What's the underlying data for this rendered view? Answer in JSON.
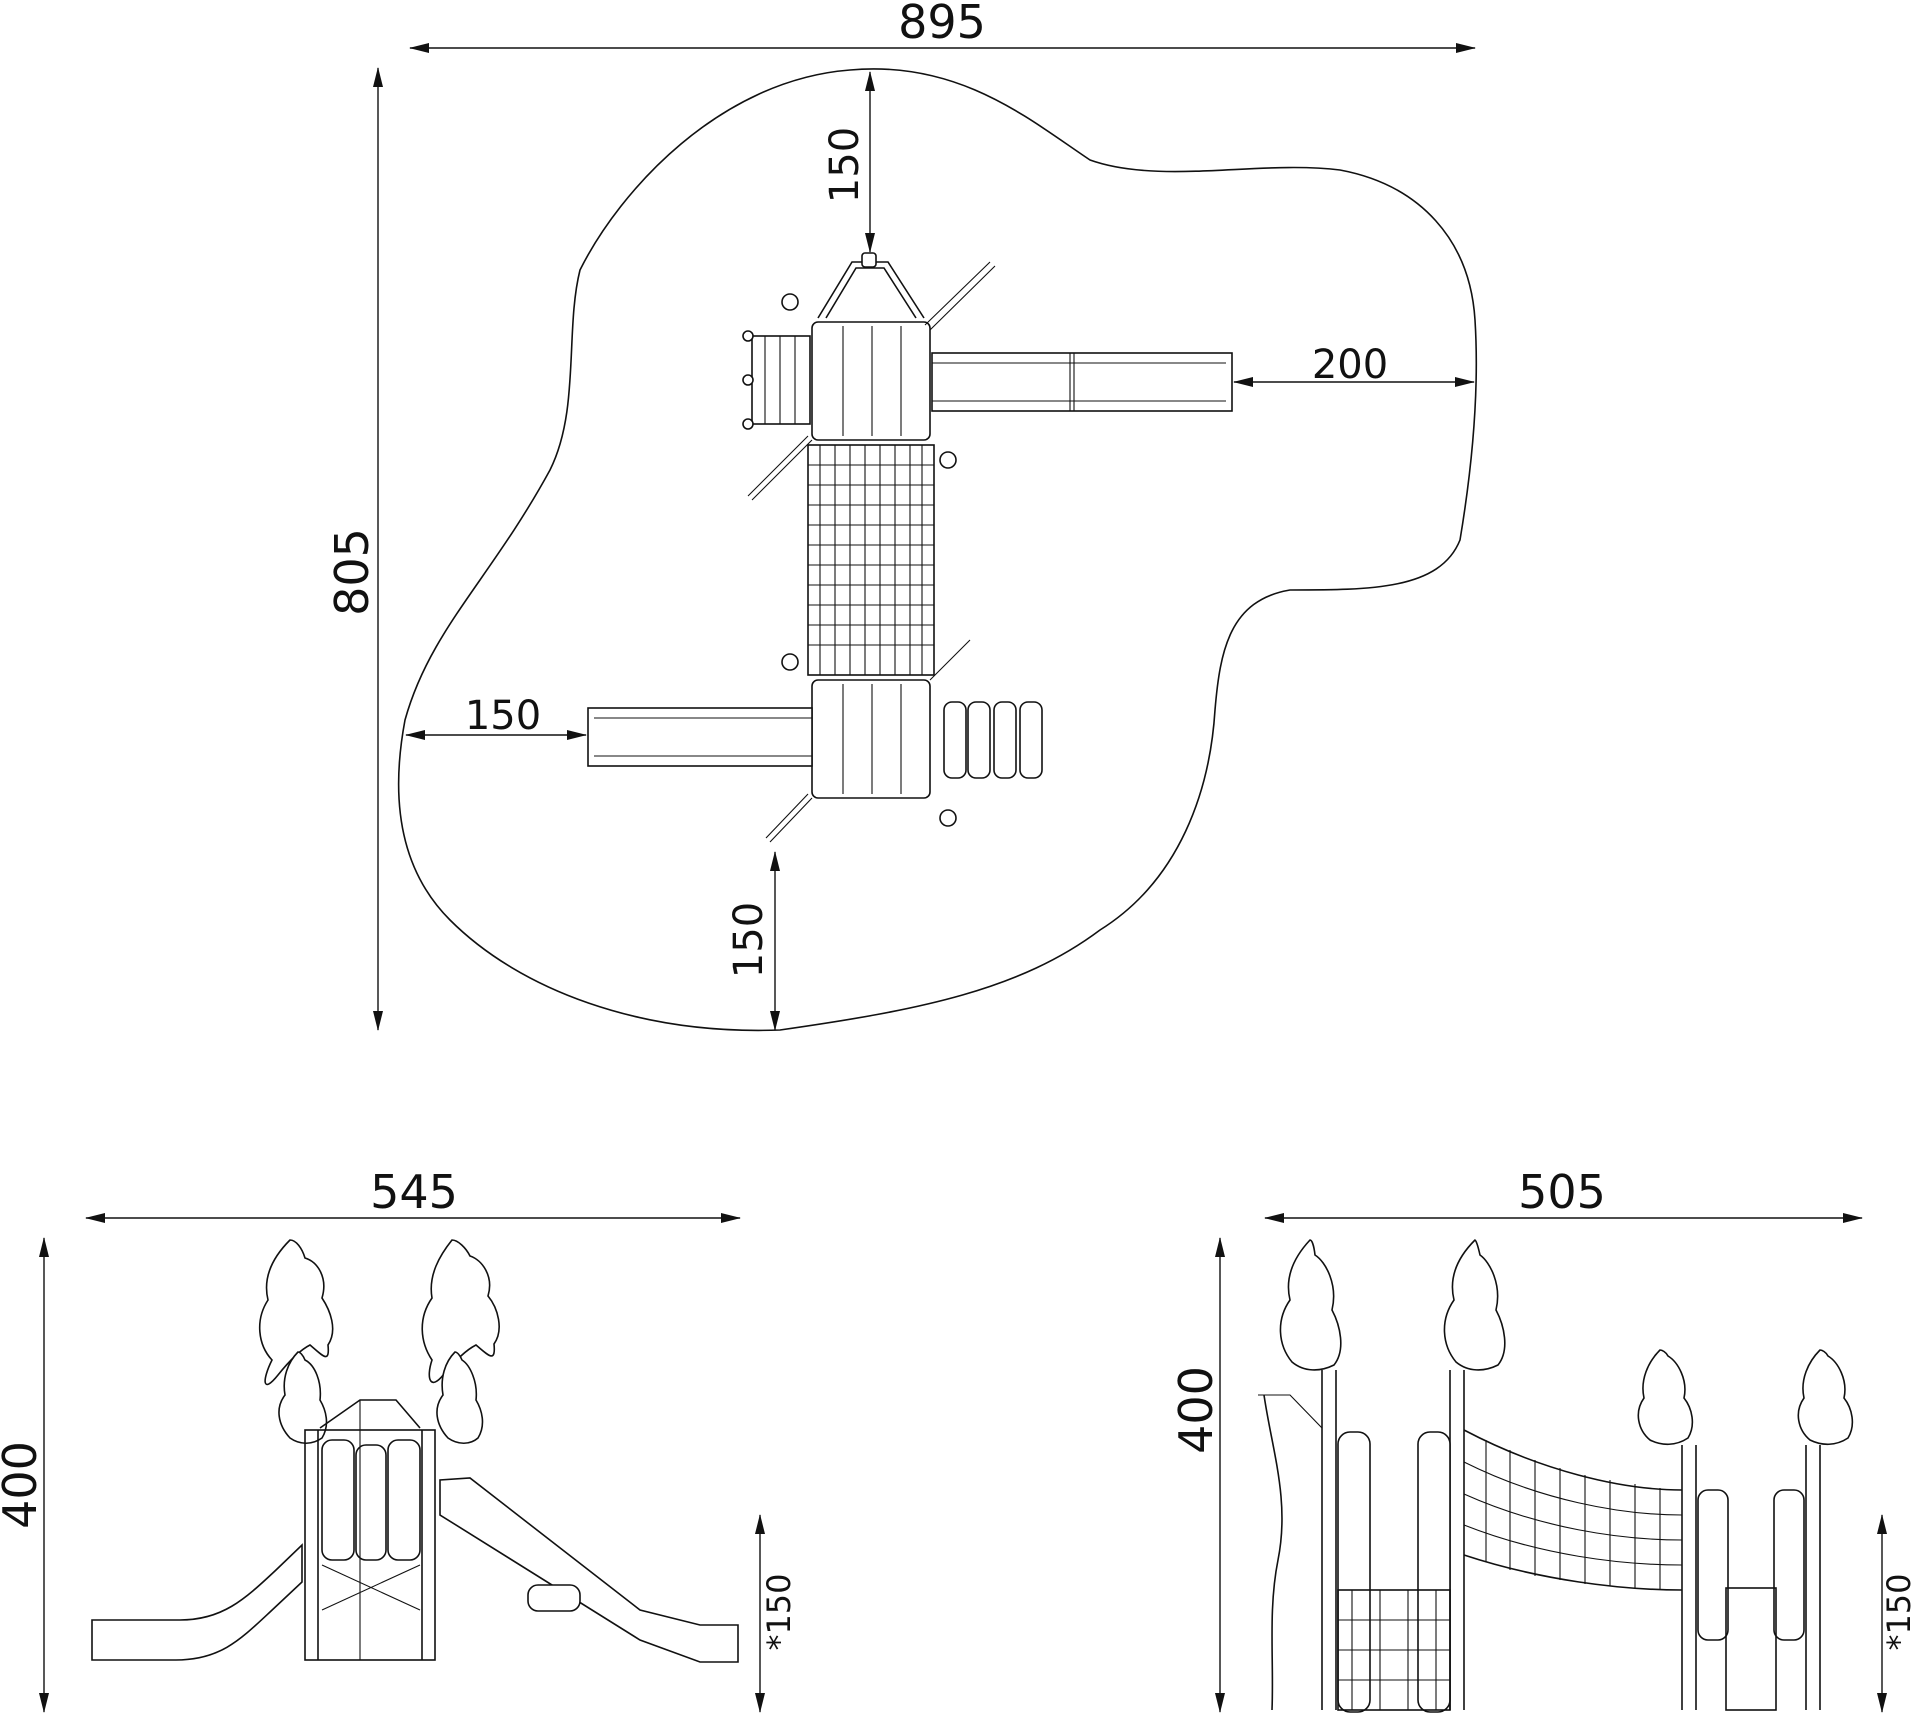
{
  "dimensions": {
    "plan_width": "895",
    "plan_height": "805",
    "plan_top_clearance": "150",
    "plan_right_clearance": "200",
    "plan_left_clearance": "150",
    "plan_bottom_clearance": "150",
    "front_width": "545",
    "front_height": "400",
    "front_fall_height": "*150",
    "side_width": "505",
    "side_height": "400",
    "side_fall_height": "*150"
  }
}
